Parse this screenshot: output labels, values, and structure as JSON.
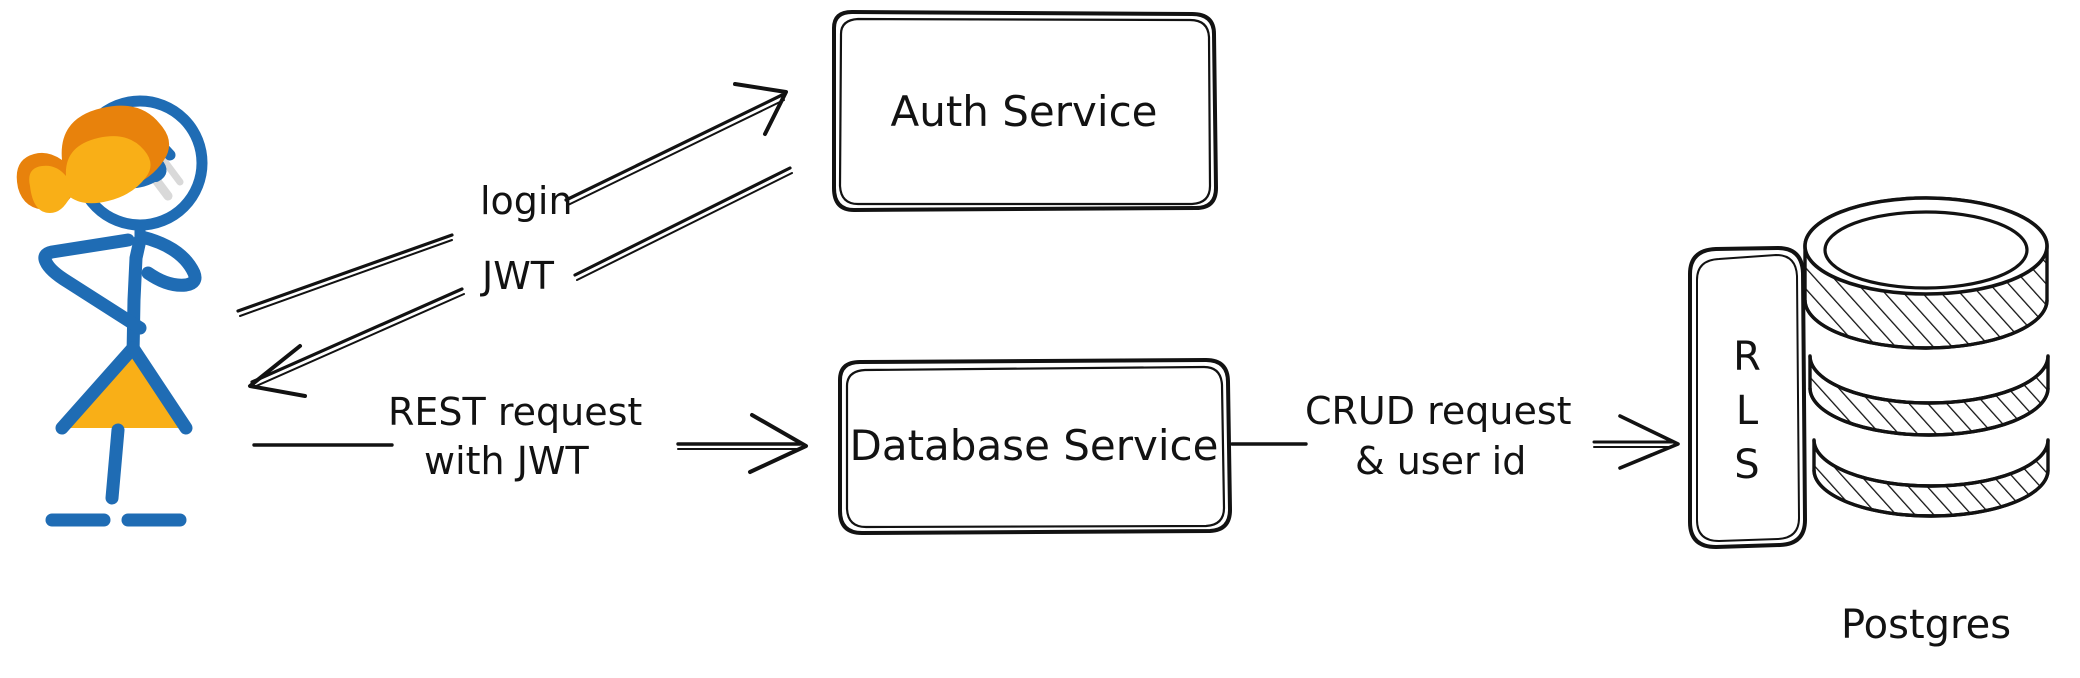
{
  "diagram": {
    "title": "Auth and database architecture flow",
    "style": "hand-drawn whiteboard sketch",
    "background_color": "#ffffff",
    "stroke_color": "#121212",
    "palette": {
      "ink": "#121212",
      "figure_blue": "#1f6cb4",
      "accent_orange_dark": "#e8820c",
      "accent_orange_light": "#f9af17",
      "highlight_gray": "#d9d9d9"
    },
    "actor": {
      "name": "stick-figure-user",
      "description": "hand-drawn smiling person wearing an orange headband and skirt"
    },
    "nodes": [
      {
        "id": "auth",
        "label": "Auth Service",
        "shape": "rounded-rect"
      },
      {
        "id": "db",
        "label": "Database Service",
        "shape": "rounded-rect"
      },
      {
        "id": "rls",
        "label": "RLS",
        "label_lines": [
          "R",
          "L",
          "S"
        ],
        "shape": "tall-rounded-rect"
      },
      {
        "id": "postgres",
        "label": "Postgres",
        "shape": "cylinder-stack"
      }
    ],
    "edges": [
      {
        "id": "edge-login",
        "label": "login",
        "from": "actor",
        "to": "auth",
        "direction": "forward"
      },
      {
        "id": "edge-jwt",
        "label": "JWT",
        "from": "auth",
        "to": "actor",
        "direction": "forward"
      },
      {
        "id": "edge-rest",
        "label_lines": [
          "REST request",
          "with JWT"
        ],
        "from": "actor",
        "to": "db",
        "direction": "forward"
      },
      {
        "id": "edge-crud",
        "label_lines": [
          "CRUD request",
          "& user id"
        ],
        "from": "db",
        "to": "rls",
        "direction": "forward"
      }
    ]
  },
  "labels": {
    "login": "login",
    "jwt": "JWT",
    "rest_line1": "REST request",
    "rest_line2": "with JWT",
    "crud_line1": "CRUD request",
    "crud_line2": "& user id",
    "auth_service": "Auth Service",
    "database_service": "Database Service",
    "rls_r": "R",
    "rls_l": "L",
    "rls_s": "S",
    "postgres": "Postgres"
  }
}
